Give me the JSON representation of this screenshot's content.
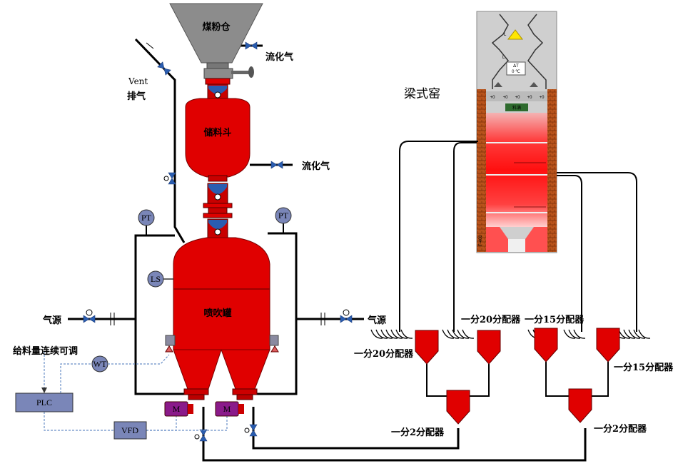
{
  "labels": {
    "coal_bin": "煤粉仓",
    "fluidizing_gas_top": "流化气",
    "vent_en": "Vent",
    "vent_cn": "排气",
    "lock_hopper": "储料斗",
    "fluidizing_gas_mid": "流化气",
    "blow_tank": "喷吹罐",
    "gas_source_left": "气源",
    "gas_source_right": "气源",
    "feed_control": "给料量连续可调",
    "kiln": "梁式窑",
    "splitter_20_top": "一分20分配器",
    "splitter_20_left": "一分20分配器",
    "splitter_15_top": "一分15分配器",
    "splitter_15_right": "一分15分配器",
    "splitter_2_left": "一分2分配器",
    "splitter_2_right": "一分2分配器"
  },
  "instruments": {
    "pt_left": "PT",
    "pt_right": "PT",
    "ls": "LS",
    "wt": "WT",
    "plc": "PLC",
    "vfd": "VFD",
    "motor_left": "M",
    "motor_right": "M"
  },
  "kiln_panel": {
    "level_top": "L",
    "level_mid": "L",
    "delta_t_label": "ΔT",
    "delta_t_value": "0 ℃",
    "readings": [
      "+0",
      "+0",
      "+0",
      "+0",
      "+0"
    ],
    "feed_tag": "料满",
    "side_tag": "F-400"
  },
  "colors": {
    "vessel_red": "#e00000",
    "hopper_gray": "#8c8c8c",
    "motor_purple": "#8a1a8a",
    "instrument_blue": "#7a86b8",
    "valve_blue": "#2a5db0",
    "signal_line": "#6a8fc8"
  }
}
